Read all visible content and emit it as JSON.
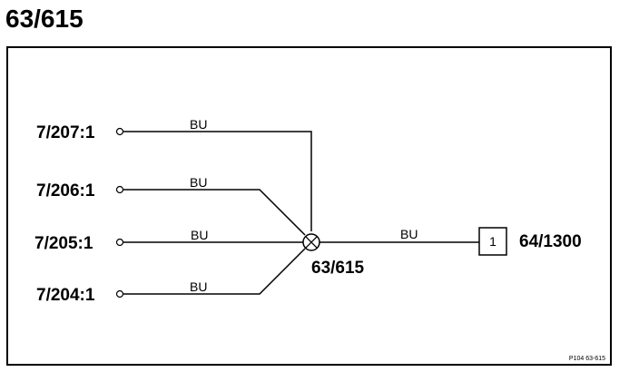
{
  "title": "63/615",
  "splice": {
    "label": "63/615"
  },
  "connectors": [
    {
      "id": "7/207:1",
      "wire_color": "BU"
    },
    {
      "id": "7/206:1",
      "wire_color": "BU"
    },
    {
      "id": "7/205:1",
      "wire_color": "BU"
    },
    {
      "id": "7/204:1",
      "wire_color": "BU"
    }
  ],
  "output": {
    "wire_color": "BU",
    "pin": "1",
    "id": "64/1300"
  },
  "footer": {
    "ref": "P104 63-615"
  },
  "colors": {
    "line": "#000000",
    "background": "#ffffff"
  }
}
